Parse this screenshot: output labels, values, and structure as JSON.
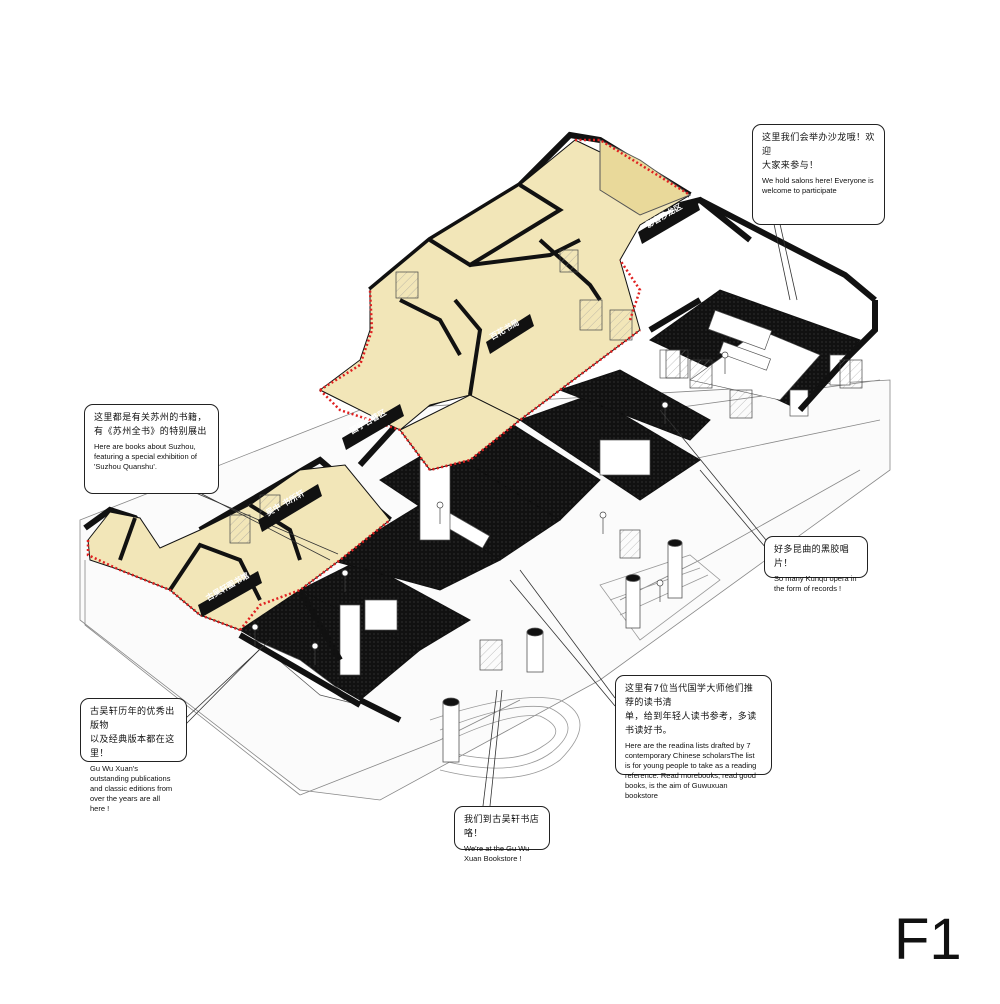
{
  "colors": {
    "upper_floor_fill": "#f2e6b8",
    "highlight_border": "#e02020",
    "wall_black": "#111111",
    "line": "#777777"
  },
  "figure_label": "F1",
  "signs": {
    "main_hall": "古吴轩图书馆",
    "suzhou_books": "吴中 书所轩",
    "classics": "国学名著区",
    "hundred_flowers": "百花书局",
    "opera_salon": "影音沙龙区"
  },
  "callouts": {
    "salons": {
      "zh": "这里我们会举办沙龙哦！欢迎\n大家来参与！",
      "en": "We  hold salons here! Everyone is welcome to participate"
    },
    "suzhou": {
      "zh": "这里都是有关苏州的书籍，\n有《苏州全书》的特别展出",
      "en": "Here are books about Suzhou, featuring a special exhibition of 'Suzhou Quanshu'."
    },
    "kunqu": {
      "zh": "好多昆曲的黑胶唱片！",
      "en": "So many Kunqu opera in the form of records !"
    },
    "reading_list": {
      "zh": "这里有7位当代国学大师他们推荐的读书清\n单，给到年轻人读书参考，多读书读好书。",
      "en": "Here are the readina lists drafted by 7 contemporary Chinese scholarsThe list is for young people to take as a reading reference. Read morebooks, read good books, is the aim of Guwuxuan bookstore"
    },
    "publications": {
      "zh": "古吴轩历年的优秀出版物\n以及经典版本都在这里！",
      "en": "Gu Wu Xuan's outstanding publications and classic editions from over the years are all here !"
    },
    "arrival": {
      "zh": "我们到古吴轩书店咯！",
      "en": "We're at the Gu Wu Xuan Bookstore !"
    }
  }
}
